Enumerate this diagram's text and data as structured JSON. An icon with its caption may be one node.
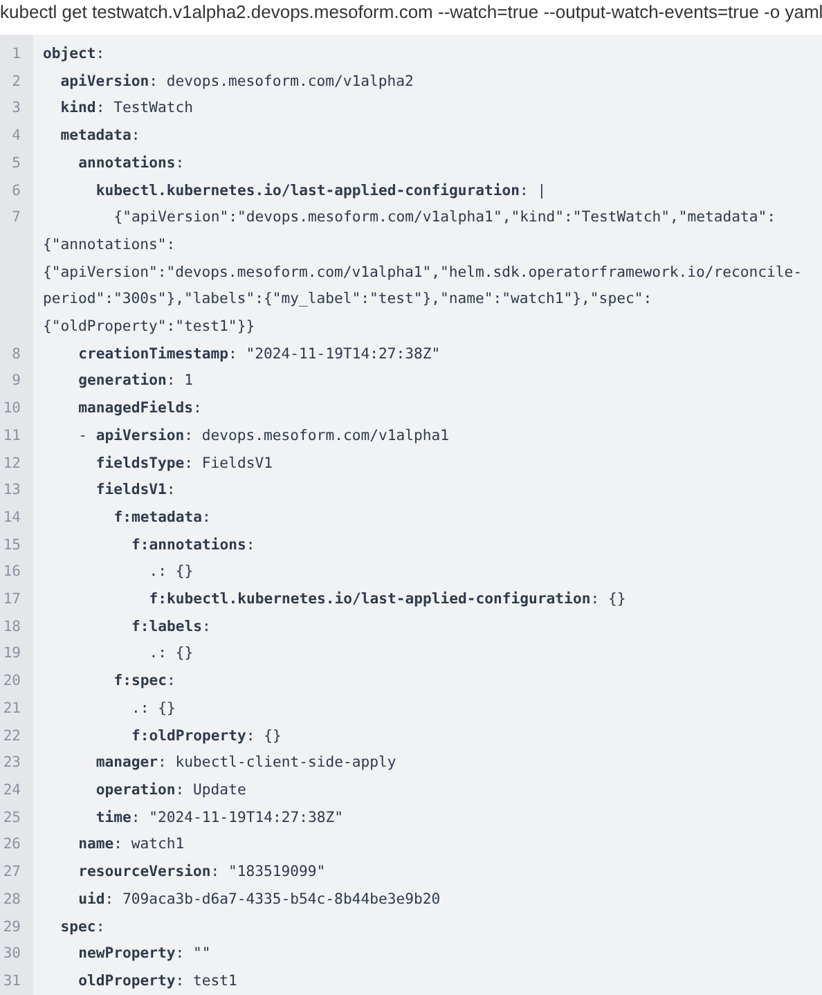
{
  "diagram": {
    "title": "kubectl get testwatch.v1alpha2.devops.mesoform.com --watch=true --output-watch-events=true -o yaml",
    "labels": [
      "1",
      "**object**:",
      "2",
      "**apiVersion**: devops.mesoform.com/v1alpha2",
      "3",
      "**kind**: TestWatch",
      "4",
      "**metadata**:",
      "5",
      "**annotations**:",
      "6",
      "**kubectl.kubernetes.io/last-applied-configuration**: |",
      "7",
      "{\"apiVersion\":\"devops.mesoform.com/v1alpha1\",\"kind\":\"TestWatch\",\"metadata\":{\"annotations\":{\"apiVersion\":\"devops.mesoform.com/v1alpha1\",\"helm.sdk.operatorframework.io/reconcile-period\":\"300s\"},\"labels\":{\"my_label\":\"test\"},\"name\":\"watch1\"},\"spec\":{\"oldProperty\":\"test1\"}}",
      "8",
      "**creationTimestamp**: \"2024-11-19T14:27:38Z\"",
      "9",
      "**generation**: 1",
      "10",
      "**managedFields**:",
      "11",
      "- **apiVersion**: devops.mesoform.com/v1alpha1",
      "12",
      "**fieldsType**: FieldsV1",
      "13",
      "**fieldsV1**:",
      "14",
      "**f:metadata**:",
      "15",
      "**f:annotations**:",
      "16",
      ".: {}",
      "17",
      "**f:kubectl.kubernetes.io/last-applied-configuration**: {}",
      "18",
      "**f:labels**:",
      "19",
      ".: {}",
      "20",
      "**f:spec**:",
      "21",
      ".: {}",
      "22",
      "**f:oldProperty**: {}",
      "23",
      "**manager**: kubectl-client-side-apply",
      "24",
      "**operation**: Update",
      "25",
      "**time**: \"2024-11-19T14:27:38Z\"",
      "26",
      "**name**: watch1",
      "27",
      "**resourceVersion**: \"183519099\"",
      "28",
      "**uid**: 709aca3b-d6a7-4335-b54c-8b44be3e9b20",
      "29",
      "**spec**:",
      "30",
      "**newProperty**: \"\"",
      "31",
      "**oldProperty**: test1"
    ]
  }
}
